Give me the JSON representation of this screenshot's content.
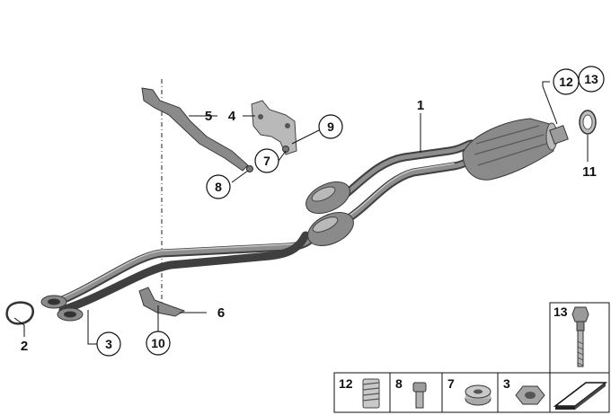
{
  "callouts": {
    "c1": "1",
    "c2": "2",
    "c3": "3",
    "c4": "4",
    "c5": "5",
    "c6": "6",
    "c7": "7",
    "c8": "8",
    "c9": "9",
    "c10": "10",
    "c11": "11",
    "c12": "12",
    "c13": "13"
  },
  "legend": {
    "item_13": "13",
    "item_12": "12",
    "item_8": "8",
    "item_7": "7",
    "item_3": "3"
  }
}
